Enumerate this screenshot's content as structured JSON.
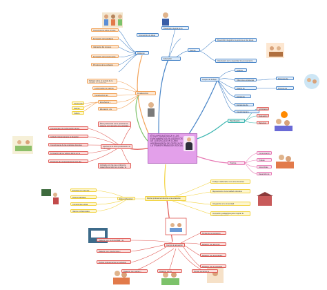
{
  "center": {
    "text": "ÉTICA PEDAGÓGICA Y LOS FUNDAMENTOS FILOSÓFICOS DE LA EDUCACIÓN COMO HERRAMIENTA DE CRÍTICA DE LA TRANSFORMACIÓN SOCIAL"
  },
  "top_branch": {
    "label": "Educación",
    "parent": "Desarrollo integral de la persona",
    "sub_left": "Intercambio de ideas",
    "sub_right": "Valores",
    "left_items": [
      "Conocimiento sobre el tema",
      "Formación del estudiante",
      "Valoración del proceso educativo",
      "Formación del conocimiento",
      "Principios de la profesión"
    ],
    "right_items": [
      "Desarrollo integral de la persona en las áreas y facultades",
      "Orientación de la capacidad de pensamiento crítico"
    ]
  },
  "mid_left_branch": {
    "label": "Fundamentos filosóficos",
    "hub": "Reflexión",
    "items": [
      "Reflejar sobre el sentido de la práctica en el docente",
      "La formación de valores",
      "Construcción del conocimiento",
      "Enseñanza y aprendizaje",
      "Educación y la sociedad"
    ],
    "far_items": [
      "Conocimiento",
      "Valores",
      "Cultura"
    ]
  },
  "mid_right_branch": {
    "label": "Grupos de trabajo",
    "items": [
      "Análisis",
      "Diferentes estrategias",
      "Diseño de intervención docente",
      "Estrategia docente",
      "Estrategias de formación",
      "Conocimiento y aprendizaje"
    ],
    "right_items": [
      "Procesos de trabajo",
      "Proceso de análisis"
    ]
  },
  "right_branch_1": {
    "label": "Planificación",
    "items": [
      "Actividades",
      "Evaluación",
      "Recursos"
    ]
  },
  "right_branch_2": {
    "label": "Práctica educativa",
    "items": [
      "Comunicación",
      "Trabajo colaborativo",
      "Aprendizaje significativo",
      "Desarrollo de competencias"
    ]
  },
  "left_center_branch": {
    "label": "Aportes de la ética profesional a la educación",
    "items": [
      "Compromiso con la formación de los alumnos",
      "Actitud profesional ante la situación educativa",
      "Conocimiento de las prácticas docentes",
      "Formación de los valores éticos en la formación del docente",
      "Principios de comportamiento ético del profesional"
    ],
    "top_note": "Ética profesional como práctica del docente con respecto a la sociedad",
    "bottom_note": "Actitudes con las que el docente desarrolla su labor en el aula y la sociedad"
  },
  "lower_branch": {
    "label": "Rol del profesional docente a la educación",
    "left_sub": "Ética profesional",
    "left_items": [
      "Enseñar con ejemplo",
      "Responsabilidad",
      "Compromiso social",
      "Valores profesionales"
    ],
    "right_items": [
      "Trabajo colaborativo con otros docentes",
      "Mejoramiento de la calidad educativa",
      "Integración a la comunidad",
      "Innovación pedagógica para mejorar la práctica profesional"
    ]
  },
  "bottom_branch": {
    "label": "Campo de actuación",
    "left_items": [
      "Relación con la comunidad y la sociedad",
      "Relación con los alumnos y autoridades",
      "Ámbito profesional de la institución"
    ],
    "right_items": [
      "Ámbito de la institución",
      "Relación con alumnos",
      "Relación con autoridades",
      "Relación con la sociedad"
    ],
    "bottom_items": [
      "Relación con padres y alumnos",
      "Relación con la comunidad",
      "Ámbito social de la profesión"
    ]
  },
  "colors": {
    "center": "#e3a0ea",
    "orange": "#f2a35a",
    "blue": "#4a86c8",
    "green": "#7cc26a",
    "red": "#e05a55",
    "teal": "#3bb5b0",
    "yellow": "#f2d23d",
    "pink": "#e77bb5"
  }
}
